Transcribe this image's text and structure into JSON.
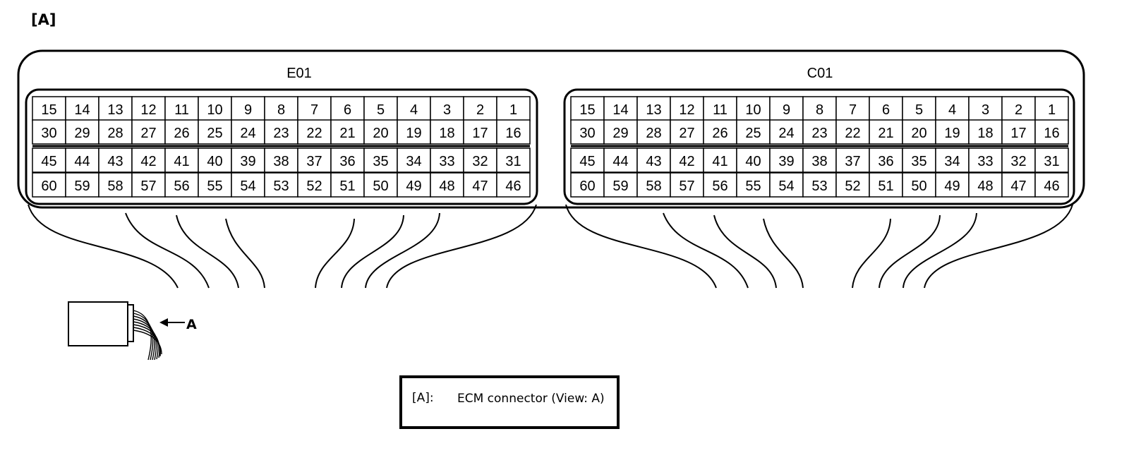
{
  "page_title": "[A]",
  "connectors": [
    {
      "name": "E01",
      "rows": [
        [
          "15",
          "14",
          "13",
          "12",
          "11",
          "10",
          "9",
          "8",
          "7",
          "6",
          "5",
          "4",
          "3",
          "2",
          "1"
        ],
        [
          "30",
          "29",
          "28",
          "27",
          "26",
          "25",
          "24",
          "23",
          "22",
          "21",
          "20",
          "19",
          "18",
          "17",
          "16"
        ],
        [
          "45",
          "44",
          "43",
          "42",
          "41",
          "40",
          "39",
          "38",
          "37",
          "36",
          "35",
          "34",
          "33",
          "32",
          "31"
        ],
        [
          "60",
          "59",
          "58",
          "57",
          "56",
          "55",
          "54",
          "53",
          "52",
          "51",
          "50",
          "49",
          "48",
          "47",
          "46"
        ]
      ]
    },
    {
      "name": "C01",
      "rows": [
        [
          "15",
          "14",
          "13",
          "12",
          "11",
          "10",
          "9",
          "8",
          "7",
          "6",
          "5",
          "4",
          "3",
          "2",
          "1"
        ],
        [
          "30",
          "29",
          "28",
          "27",
          "26",
          "25",
          "24",
          "23",
          "22",
          "21",
          "20",
          "19",
          "18",
          "17",
          "16"
        ],
        [
          "45",
          "44",
          "43",
          "42",
          "41",
          "40",
          "39",
          "38",
          "37",
          "36",
          "35",
          "34",
          "33",
          "32",
          "31"
        ],
        [
          "60",
          "59",
          "58",
          "57",
          "56",
          "55",
          "54",
          "53",
          "52",
          "51",
          "50",
          "49",
          "48",
          "47",
          "46"
        ]
      ]
    }
  ],
  "view_marker": "A",
  "legend": {
    "key": "[A]:",
    "description": "ECM connector (View: A)"
  }
}
